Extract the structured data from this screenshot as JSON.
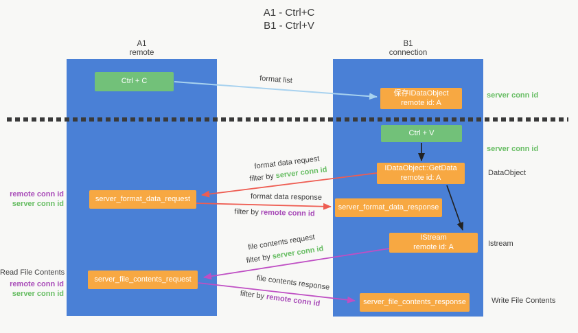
{
  "title": {
    "line1": "A1 - Ctrl+C",
    "line2": "B1 - Ctrl+V"
  },
  "lifelines": {
    "left": {
      "name": "A1",
      "role": "remote"
    },
    "right": {
      "name": "B1",
      "role": "connection"
    }
  },
  "boxes": {
    "ctrl_c": {
      "label": "Ctrl + C"
    },
    "save_dataobject": {
      "line1": "保存IDataObject",
      "line2": "remote id: A"
    },
    "ctrl_v": {
      "label": "Ctrl + V"
    },
    "getdata": {
      "line1": "IDataObject::GetData",
      "line2": "remote id: A"
    },
    "format_request": {
      "label": "server_format_data_request"
    },
    "format_response": {
      "label": "server_format_data_response"
    },
    "istream": {
      "line1": "IStream",
      "line2": "remote id: A"
    },
    "file_request": {
      "label": "server_file_contents_request"
    },
    "file_response": {
      "label": "server_file_contents_response"
    }
  },
  "arrow_labels": {
    "format_list": "format list",
    "format_data_request": "format data request",
    "format_data_response": "format data response",
    "file_contents_request": "file contents request",
    "file_contents_response": "file contents response",
    "filter_by": "filter by",
    "server_conn_id": "server conn id",
    "remote_conn_id": "remote conn id"
  },
  "side_labels": {
    "server_conn_id": "server conn id",
    "remote_conn_id": "remote conn id",
    "dataobject": "DataObject",
    "istream": "Istream",
    "read_file_contents": "Read File Contents",
    "write_file_contents": "Write File Contents"
  },
  "colors": {
    "column_blue": "#4a80d6",
    "box_green": "#72c179",
    "box_orange": "#f7a842",
    "arrow_red": "#ee5d52",
    "arrow_magenta": "#bf4fc4",
    "arrow_light_blue": "#a8d2ef",
    "arrow_black": "#222222",
    "label_green": "#67bd63",
    "label_purple": "#a84bb8",
    "dotted_divider": "#3a3a3a"
  }
}
